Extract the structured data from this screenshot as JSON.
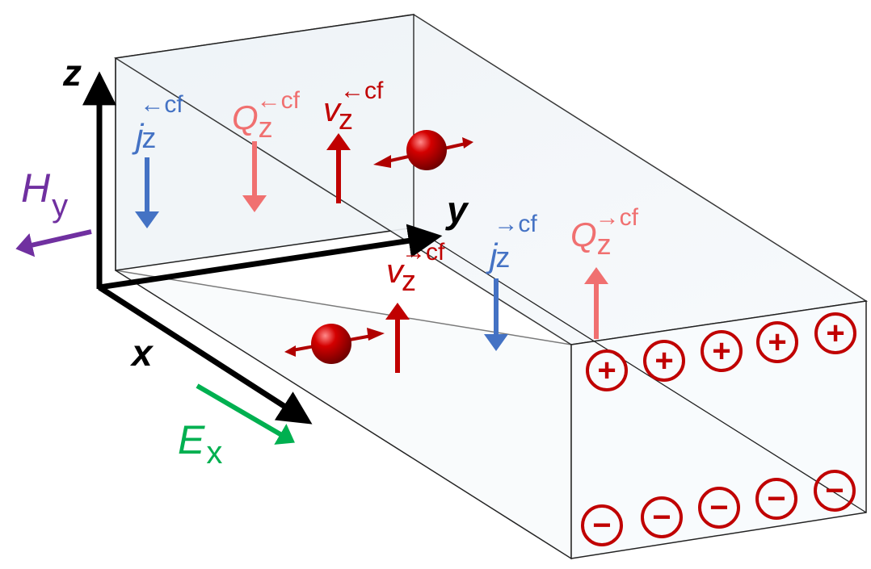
{
  "colors": {
    "box_fill": "#f4f8fb",
    "box_stroke": "#111111",
    "axis": "#000000",
    "current_blue": "#4472c4",
    "heat_pink": "#f07070",
    "velocity_red": "#c00000",
    "field_purple": "#7030a0",
    "field_green": "#00b050",
    "electron": "#b00000"
  },
  "axes": {
    "z": "z",
    "y": "y",
    "x": "x"
  },
  "fields": {
    "H": {
      "symbol": "H",
      "subscript": "y"
    },
    "E": {
      "symbol": "E",
      "subscript": "x"
    }
  },
  "labels": {
    "j_left": {
      "symbol": "j",
      "subscript": "z",
      "superscript": "←cf"
    },
    "Q_left": {
      "symbol": "Q",
      "subscript": "z",
      "superscript": "←cf"
    },
    "v_left": {
      "symbol": "v",
      "subscript": "z",
      "superscript": "←cf"
    },
    "v_right": {
      "symbol": "v",
      "subscript": "z",
      "superscript": "→cf"
    },
    "j_right": {
      "symbol": "j",
      "subscript": "z",
      "superscript": "→cf"
    },
    "Q_right": {
      "symbol": "Q",
      "subscript": "z",
      "superscript": "→cf"
    }
  },
  "charges": {
    "top": [
      "+",
      "+",
      "+",
      "+",
      "+"
    ],
    "bottom": [
      "−",
      "−",
      "−",
      "−",
      "−"
    ]
  },
  "icons": [
    "electron-spin-icon",
    "arrow-icon",
    "charge-plus-icon",
    "charge-minus-icon"
  ]
}
